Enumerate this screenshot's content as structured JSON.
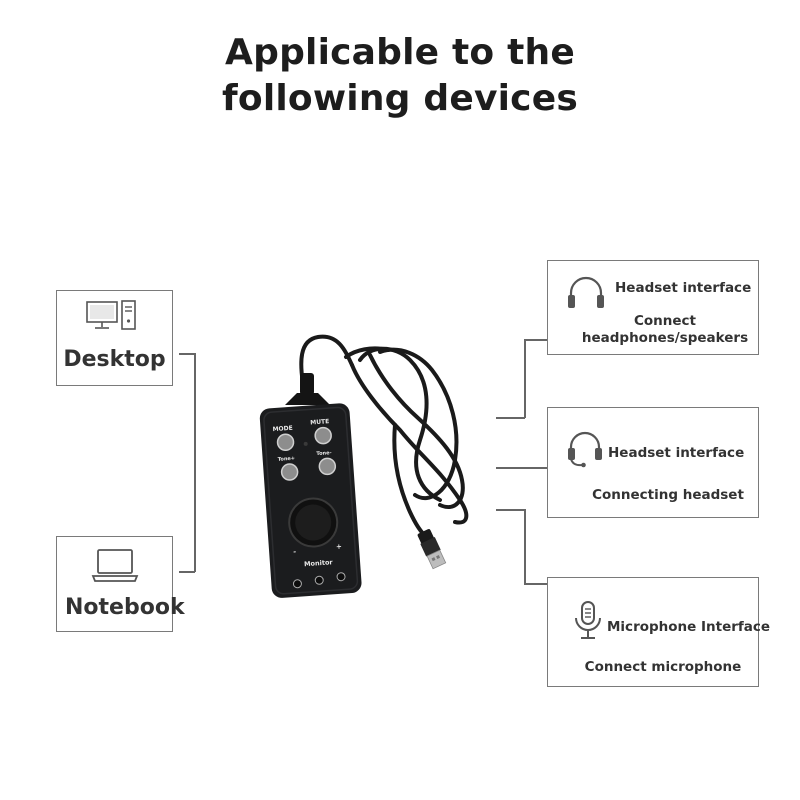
{
  "title": {
    "line1": "Applicable to the",
    "line2": "following devices"
  },
  "devices": [
    {
      "label": "Desktop",
      "icon": "desktop-computer-icon"
    },
    {
      "label": "Notebook",
      "icon": "laptop-icon"
    }
  ],
  "ports": [
    {
      "title": "Headset interface",
      "description": "Connect headphones/speakers",
      "icon": "headphones-icon"
    },
    {
      "title": "Headset interface",
      "description": "Connecting headset",
      "icon": "headset-with-mic-icon"
    },
    {
      "title": "Microphone Interface",
      "description": "Connect microphone",
      "icon": "microphone-icon"
    }
  ],
  "product": {
    "button_labels": [
      "MODE",
      "MUTE",
      "Tone+",
      "Tone-"
    ],
    "knob_label": "Monitor",
    "knob_minus": "-",
    "knob_plus": "+"
  },
  "colors": {
    "text": "#333333",
    "border": "#7a7a7a",
    "device_body": "#1b1c1e"
  }
}
